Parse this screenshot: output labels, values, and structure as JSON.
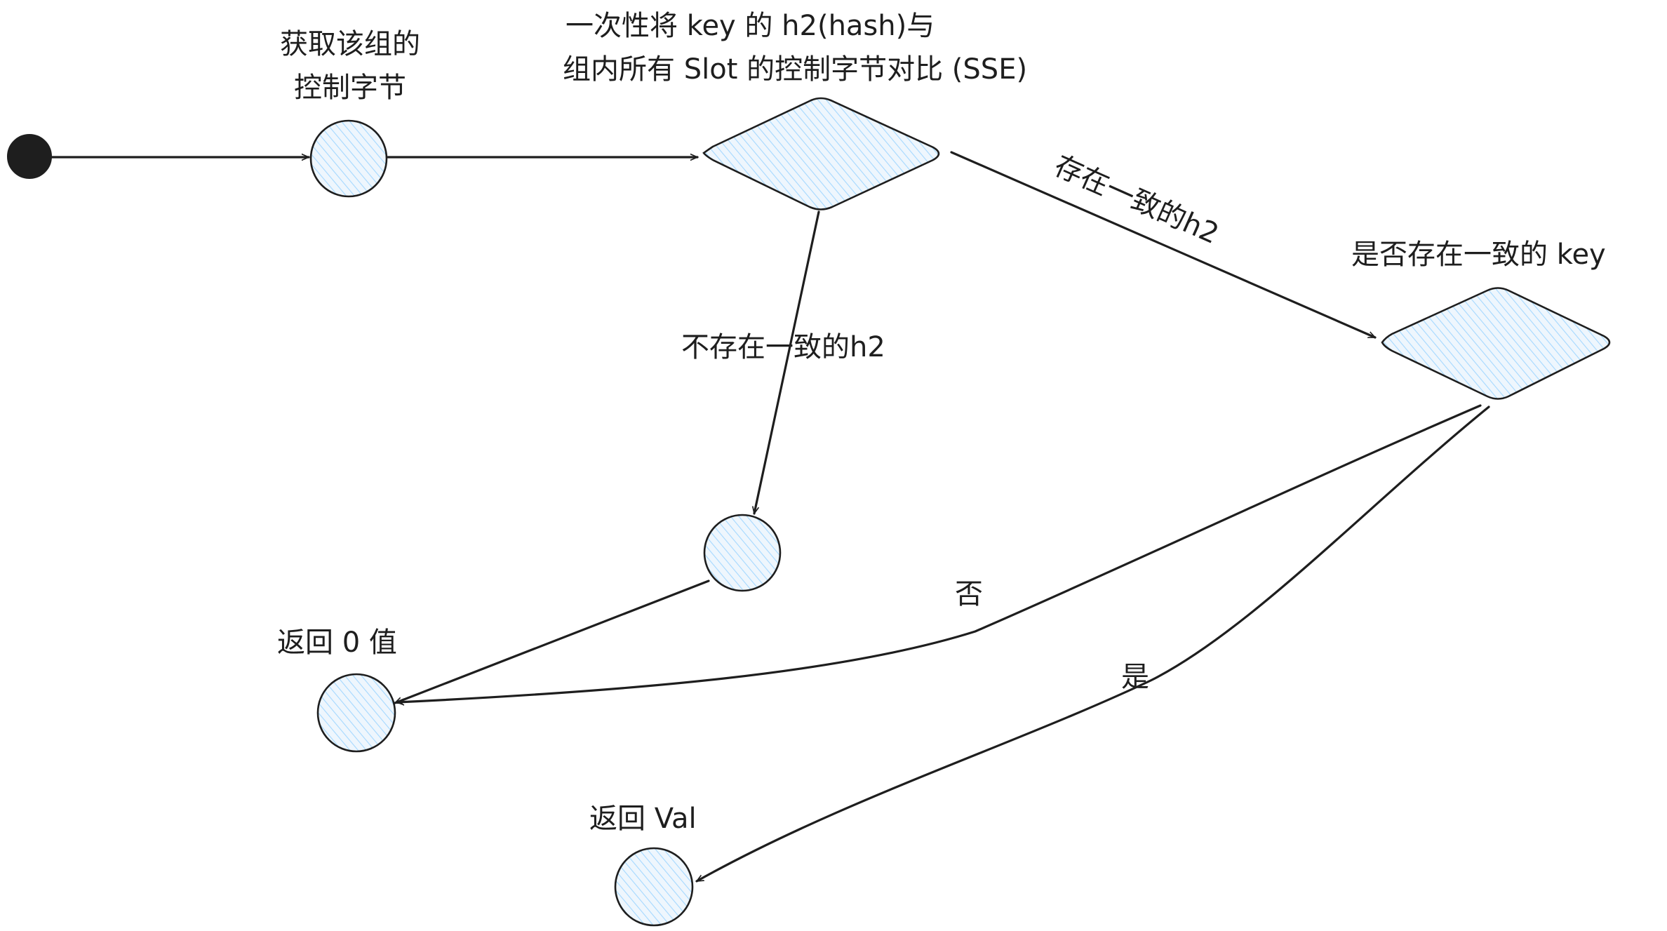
{
  "diagram": {
    "type": "flowchart",
    "colors": {
      "stroke": "#1e1e1e",
      "node_fill": "#e7f2fb",
      "hatch": "#a5d8ff",
      "start_fill": "#1e1e1e"
    },
    "nodes": {
      "get_ctrl": {
        "line1": "获取该组的",
        "line2": "控制字节"
      },
      "compare": {
        "line1": "一次性将 key 的 h2(hash)与",
        "line2": "组内所有 Slot 的控制字节对比 (SSE)"
      },
      "check_key": {
        "label": "是否存在一致的 key"
      },
      "return_zero": {
        "label": "返回 0 值"
      },
      "return_val": {
        "label": "返回 Val"
      }
    },
    "edges": {
      "match_h2": "存在一致的h2",
      "no_match_h2": "不存在一致的h2",
      "no": "否",
      "yes": "是"
    }
  }
}
